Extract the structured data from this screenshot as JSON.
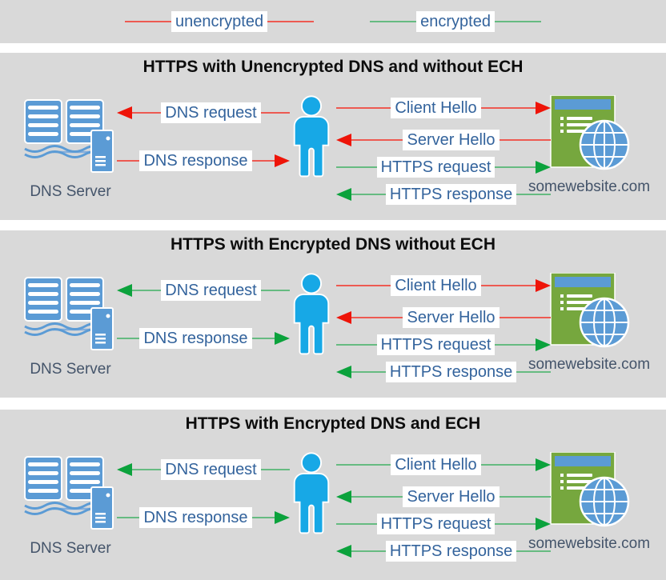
{
  "colors": {
    "page_bg": "#ffffff",
    "panel_bg": "#d9d9d9",
    "label_bg": "#ffffff",
    "label_text": "#33639c",
    "caption_text": "#44546a",
    "title_text": "#0d0d0d",
    "unencrypted_line": "#ed5a52",
    "unencrypted_head": "#ee1408",
    "encrypted_line": "#66bb81",
    "encrypted_head": "#0ba23c",
    "person_fill": "#17a8e6",
    "shape_blue": "#5b9bd5",
    "site_green": "#76a73e"
  },
  "legend": {
    "items": [
      {
        "label": "unencrypted",
        "state": "unencrypted"
      },
      {
        "label": "encrypted",
        "state": "encrypted"
      }
    ]
  },
  "panels": [
    {
      "title": "HTTPS with Unencrypted DNS and without ECH",
      "dns_server_label": "DNS Server",
      "website_label": "somewebsite.com",
      "left_arrows": [
        {
          "label": "DNS request",
          "direction": "left",
          "state": "unencrypted"
        },
        {
          "label": "DNS response",
          "direction": "right",
          "state": "unencrypted"
        }
      ],
      "right_arrows": [
        {
          "label": "Client Hello",
          "direction": "right",
          "state": "unencrypted"
        },
        {
          "label": "Server Hello",
          "direction": "left",
          "state": "unencrypted"
        },
        {
          "label": "HTTPS request",
          "direction": "right",
          "state": "encrypted"
        },
        {
          "label": "HTTPS response",
          "direction": "left",
          "state": "encrypted"
        }
      ]
    },
    {
      "title": "HTTPS with Encrypted DNS without ECH",
      "dns_server_label": "DNS Server",
      "website_label": "somewebsite.com",
      "left_arrows": [
        {
          "label": "DNS request",
          "direction": "left",
          "state": "encrypted"
        },
        {
          "label": "DNS response",
          "direction": "right",
          "state": "encrypted"
        }
      ],
      "right_arrows": [
        {
          "label": "Client Hello",
          "direction": "right",
          "state": "unencrypted"
        },
        {
          "label": "Server Hello",
          "direction": "left",
          "state": "unencrypted"
        },
        {
          "label": "HTTPS request",
          "direction": "right",
          "state": "encrypted"
        },
        {
          "label": "HTTPS response",
          "direction": "left",
          "state": "encrypted"
        }
      ]
    },
    {
      "title": "HTTPS with Encrypted DNS and ECH",
      "dns_server_label": "DNS Server",
      "website_label": "somewebsite.com",
      "left_arrows": [
        {
          "label": "DNS request",
          "direction": "left",
          "state": "encrypted"
        },
        {
          "label": "DNS response",
          "direction": "right",
          "state": "encrypted"
        }
      ],
      "right_arrows": [
        {
          "label": "Client Hello",
          "direction": "right",
          "state": "encrypted"
        },
        {
          "label": "Server Hello",
          "direction": "left",
          "state": "encrypted"
        },
        {
          "label": "HTTPS request",
          "direction": "right",
          "state": "encrypted"
        },
        {
          "label": "HTTPS response",
          "direction": "left",
          "state": "encrypted"
        }
      ]
    }
  ]
}
